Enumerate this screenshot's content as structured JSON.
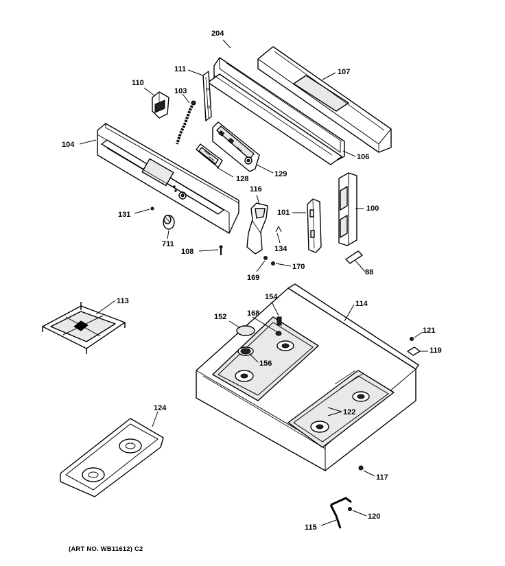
{
  "colors": {
    "line": "#000000",
    "background": "#ffffff",
    "shade": "#e9e9e9"
  },
  "callouts": {
    "c204": "204",
    "c107": "107",
    "c111": "111",
    "c110": "110",
    "c103": "103",
    "c104": "104",
    "c106": "106",
    "c129": "129",
    "c128": "128",
    "c116": "116",
    "c101": "101",
    "c100": "100",
    "c131": "131",
    "c711": "711",
    "c134": "134",
    "c108": "108",
    "c170": "170",
    "c169": "169",
    "c88": "88",
    "c113": "113",
    "c154": "154",
    "c114": "114",
    "c152": "152",
    "c168": "168",
    "c156": "156",
    "c121": "121",
    "c119": "119",
    "c122": "122",
    "c124": "124",
    "c117": "117",
    "c115": "115",
    "c120": "120"
  },
  "footer": {
    "art_number": "(ART NO. WB11612) C2"
  }
}
